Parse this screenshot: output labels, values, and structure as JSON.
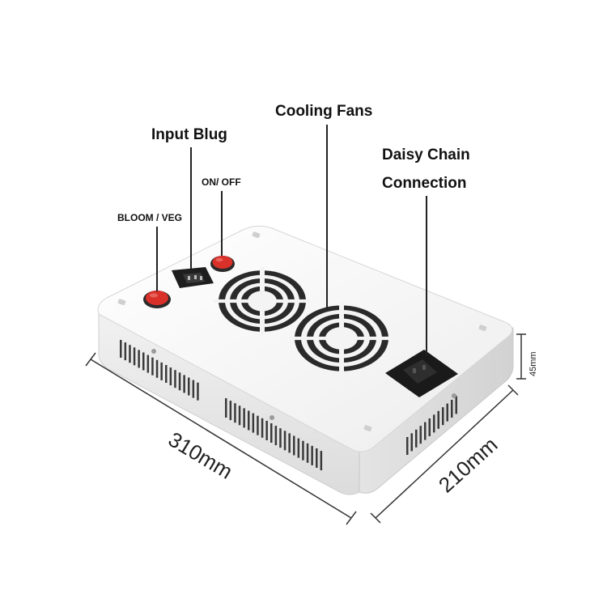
{
  "callouts": {
    "input_plug": "Input Blug",
    "on_off": "ON/ OFF",
    "bloom_veg": "BLOOM / VEG",
    "cooling_fans": "Cooling Fans",
    "daisy_chain_line1": "Daisy Chain",
    "daisy_chain_line2": "Connection"
  },
  "dimensions": {
    "length": "310mm",
    "width": "210mm",
    "height": "45mm"
  },
  "colors": {
    "housing": "#f7f7f7",
    "button": "#d9302a",
    "socket": "#1a1a1a",
    "fan_grille": "#2a2a2a"
  },
  "icons": [
    "fan-grille-icon",
    "power-socket-icon",
    "rocker-button-icon"
  ]
}
